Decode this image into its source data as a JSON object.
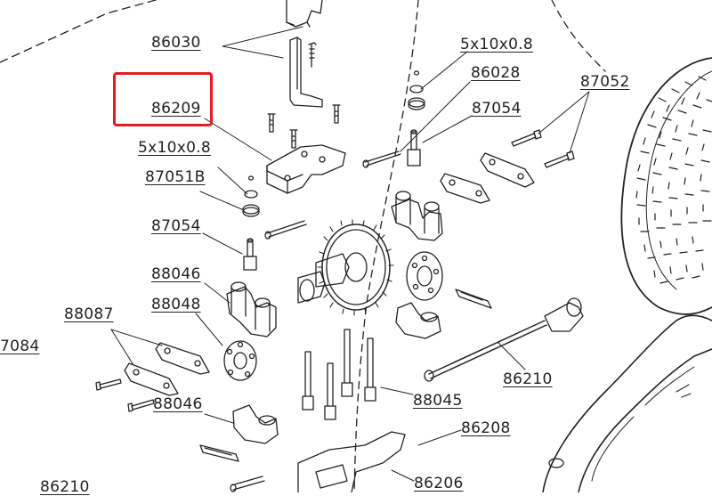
{
  "colors": {
    "line": "#222222",
    "highlight": "#e02020",
    "background": "#ffffff"
  },
  "labels": {
    "p86030": "86030",
    "p5x10a": "5x10x0.8",
    "p86028": "86028",
    "p87052": "87052",
    "p86209": "86209",
    "p87054a": "87054",
    "p5x10b": "5x10x0.8",
    "p87051B": "87051B",
    "p87054b": "87054",
    "p88046a": "88046",
    "p88048": "88048",
    "p88087": "88087",
    "p7084": "7084",
    "p88046b": "88046",
    "p86210a": "86210",
    "p88045": "88045",
    "p86208": "86208",
    "p86206": "86206",
    "p86210b": "86210"
  },
  "highlight": {
    "target": "86209"
  }
}
